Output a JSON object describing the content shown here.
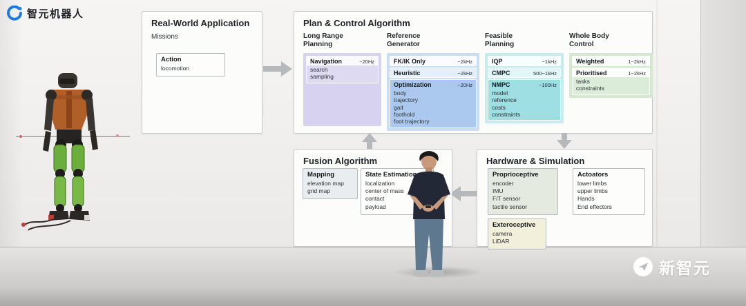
{
  "logo": {
    "text": "智元机器人"
  },
  "watermark": {
    "text": "新智元"
  },
  "real_world": {
    "title": "Real-World Application",
    "subtitle": "Missions",
    "action": {
      "label": "Action",
      "items": [
        "locomotion"
      ]
    }
  },
  "plan_control": {
    "title": "Plan & Control Algorithm",
    "columns": [
      {
        "heading": "Long Range Planning",
        "blocks": [
          {
            "label": "Navigation",
            "rate": "~20Hz",
            "items": [
              "search",
              "sampling"
            ]
          }
        ]
      },
      {
        "heading": "Reference Generator",
        "blocks": [
          {
            "label": "FK/IK Only",
            "rate": "~2kHz",
            "items": []
          },
          {
            "label": "Heuristic",
            "rate": "~2kHz",
            "items": []
          },
          {
            "label": "Optimization",
            "rate": "~20Hz",
            "items": [
              "body",
              "trajectory",
              "gait",
              "foothold",
              "foot trajectory"
            ]
          }
        ]
      },
      {
        "heading": "Feasible Planning",
        "blocks": [
          {
            "label": "IQP",
            "rate": "~1kHz",
            "items": []
          },
          {
            "label": "CMPC",
            "rate": "500~1kHz",
            "items": []
          },
          {
            "label": "NMPC",
            "rate": "~100Hz",
            "items": [
              "model",
              "reference",
              "costs",
              "constraints"
            ]
          }
        ]
      },
      {
        "heading": "Whole Body Control",
        "blocks": [
          {
            "label": "Weighted",
            "rate": "1~2kHz",
            "items": []
          },
          {
            "label": "Prioritised",
            "rate": "1~2kHz",
            "items": [
              "tasks",
              "constraints"
            ]
          }
        ]
      }
    ]
  },
  "fusion": {
    "title": "Fusion Algorithm",
    "blocks": [
      {
        "label": "Mapping",
        "items": [
          "elevation map",
          "grid map"
        ]
      },
      {
        "label": "State Estimation",
        "items": [
          "localization",
          "center of mass",
          "contact",
          "payload"
        ]
      }
    ]
  },
  "hardware": {
    "title": "Hardware & Simulation",
    "blocks": [
      {
        "label": "Proprioceptive",
        "items": [
          "encoder",
          "IMU",
          "F/T sensor",
          "tactile sensor"
        ]
      },
      {
        "label": "Actoators",
        "items": [
          "lower limbs",
          "upper limbs",
          "Hands",
          "End effectors"
        ]
      },
      {
        "label": "Exteroceptive",
        "items": [
          "camera",
          "LiDAR"
        ]
      }
    ]
  },
  "colors": {
    "panel_purple": "#d6d2f0",
    "panel_blue": "#c9def5",
    "panel_teal": "#c6ecee",
    "panel_green": "#d3ead0",
    "block_blue": "#abc9ef",
    "block_teal": "#9edfe3",
    "logo_blue": "#1f7ae0",
    "arrow_gray": "#b5b9bc"
  }
}
